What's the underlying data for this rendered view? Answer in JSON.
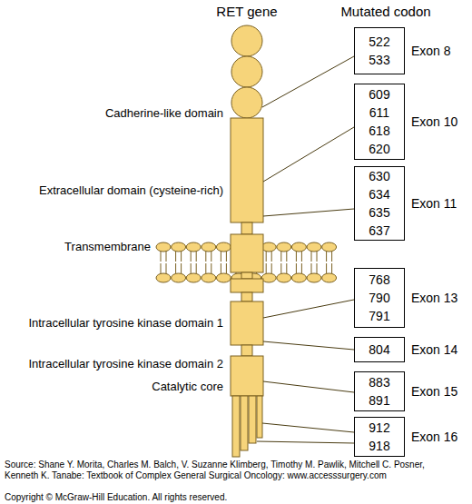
{
  "diagram": {
    "title": "RET gene",
    "caption": "Source: Shane Y. Morita, Charles M. Balch, V. Suzanne Klimberg, Timothy M. Pawlik, Mitchell C. Posner, Kenneth K. Tanabe: Textbook of Complex General Surgical Oncology: www.accesssurgery.com",
    "nodes": [
      {
        "text": [
          "522",
          "533",
          "Exon 8"
        ]
      },
      {
        "text": [
          "609",
          "611",
          "618",
          "620",
          "Exon 10"
        ]
      },
      {
        "text": [
          "630",
          "634",
          "635",
          "637",
          "Exon 11"
        ]
      },
      {
        "text": [
          "768",
          "790",
          "791",
          "Exon 13"
        ]
      },
      {
        "text": [
          "804",
          "Exon 14"
        ]
      },
      {
        "text": [
          "883",
          "891",
          "Exon 15"
        ]
      },
      {
        "text": [
          "912",
          "918",
          "Exon 16"
        ]
      }
    ],
    "labels": [
      "Mutated codon",
      "Cadherine-like domain",
      "Extracellular domain (cysteine-rich)",
      "Transmembrane",
      "Intracellular tyrosine kinase domain 1",
      "Intracellular tyrosine kinase domain 2",
      "Catalytic core",
      "Copyright © McGraw-Hill Education. All rights reserved."
    ]
  }
}
